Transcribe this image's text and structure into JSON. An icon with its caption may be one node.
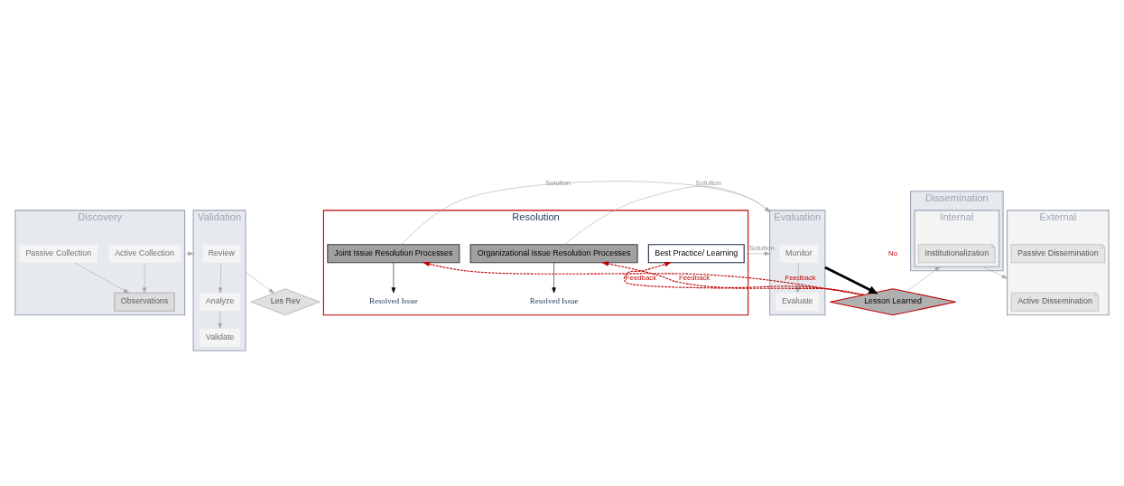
{
  "diagram": {
    "nodes": [
      {
        "text": [
          "Discovery"
        ]
      },
      {
        "text": [
          "Active Collection"
        ],
        "in": 0
      },
      {
        "text": [
          "Observations"
        ],
        "in": 0
      },
      {
        "text": [
          "Passive Collection"
        ],
        "in": 0
      },
      {
        "text": [
          "Validation"
        ]
      },
      {
        "text": [
          "Review"
        ],
        "in": 4
      },
      {
        "text": [
          "Analyze"
        ],
        "in": 4
      },
      {
        "text": [
          "Validate"
        ],
        "in": 4
      },
      {
        "text": [
          "Les Rev"
        ]
      },
      {
        "text": [
          "Resolution"
        ]
      },
      {
        "text": [
          "Best Practice/ Learning"
        ],
        "in": 9
      },
      {
        "text": [
          "Organizational Issue Resolution Processes"
        ],
        "in": 9
      },
      {
        "text": [
          "Resolved Issue"
        ],
        "in": 9
      },
      {
        "text": [
          "Joint Issue Resolution Processes"
        ],
        "in": 9
      },
      {
        "text": [
          "Resolved Issue"
        ],
        "in": 9
      },
      {
        "text": [
          "Evaluation"
        ]
      },
      {
        "text": [
          "Monitor"
        ],
        "in": 15
      },
      {
        "text": [
          "Evaluate"
        ],
        "in": 15
      },
      {
        "text": [
          "Lesson Learned"
        ]
      },
      {
        "text": [
          "Dissemination"
        ]
      },
      {
        "text": [
          "Internal"
        ],
        "in": 19
      },
      {
        "text": [
          "Institutionalization"
        ],
        "in": 20
      },
      {
        "text": [
          "External"
        ]
      },
      {
        "text": [
          "Active Dissemination"
        ],
        "in": 22
      },
      {
        "text": [
          "Passive Dissemination"
        ],
        "in": 22
      }
    ],
    "edges": [
      {
        "from": 1,
        "to": 2,
        "arrow": "to"
      },
      {
        "from": 3,
        "to": 2,
        "arrow": "to"
      },
      {
        "from": 0,
        "to": 4,
        "arrow": "to"
      },
      {
        "from": 5,
        "to": 6,
        "arrow": "to"
      },
      {
        "from": 6,
        "to": 7,
        "arrow": "to"
      },
      {
        "from": 4,
        "to": 8,
        "arrow": "to"
      },
      {
        "from": 11,
        "to": 12,
        "arrow": "to",
        "color": "#000000"
      },
      {
        "from": 13,
        "to": 14,
        "arrow": "to",
        "color": "#000000"
      },
      {
        "from": 10,
        "to": 15,
        "arrow": "to",
        "label": "Solution"
      },
      {
        "from": 11,
        "to": 15,
        "arrow": "to",
        "label": "Solution"
      },
      {
        "from": 13,
        "to": 15,
        "arrow": "to",
        "label": "Solution"
      },
      {
        "from": 16,
        "to": 17,
        "arrow": "to"
      },
      {
        "from": 15,
        "to": 18,
        "arrow": "to",
        "color": "#000000",
        "style": "thick"
      },
      {
        "from": 18,
        "to": 10,
        "arrow": "to",
        "label": "Feedback",
        "style": "dashed",
        "color": "#c00000"
      },
      {
        "from": 18,
        "to": 11,
        "arrow": "to",
        "label": "Feedback",
        "style": "dashed",
        "color": "#c00000"
      },
      {
        "from": 18,
        "to": 13,
        "arrow": "to",
        "label": "Feedback",
        "style": "dashed",
        "color": "#c00000"
      },
      {
        "from": 18,
        "to": 20,
        "arrow": "to"
      },
      {
        "from": 20,
        "to": 22,
        "arrow": "to"
      }
    ],
    "labels": [
      "No"
    ]
  }
}
